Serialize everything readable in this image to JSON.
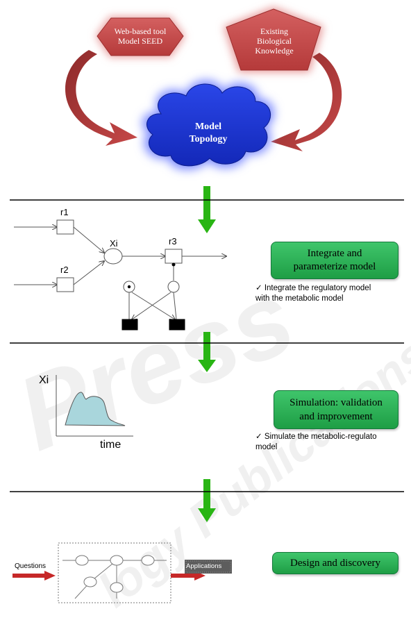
{
  "top": {
    "left_shape_label": "Web-based tool\nModel SEED",
    "right_shape_label": "Existing\nBiological\nKnowledge",
    "cloud_label": "Model\nTopology"
  },
  "stage1": {
    "nodes": {
      "r1": "r1",
      "r2": "r2",
      "r3": "r3",
      "xi": "Xi"
    },
    "box_label": "Integrate and\nparameterize model",
    "note": "✓ Integrate the regulatory model\nwith the metabolic model"
  },
  "stage2": {
    "y_label": "Xi",
    "x_label": "time",
    "box_label": "Simulation: validation\nand improvement",
    "note": "✓ Simulate the metabolic-regulato\nmodel"
  },
  "stage3": {
    "questions_label": "Questions",
    "applications_label": "Applications",
    "box_label": "Design and discovery"
  },
  "colors": {
    "shape_red": "#c24a4a",
    "cloud_blue": "#1f39d6",
    "green_arrow": "#27b312",
    "green_box": "#2fb558",
    "plot_fill": "#a9d6dc"
  }
}
